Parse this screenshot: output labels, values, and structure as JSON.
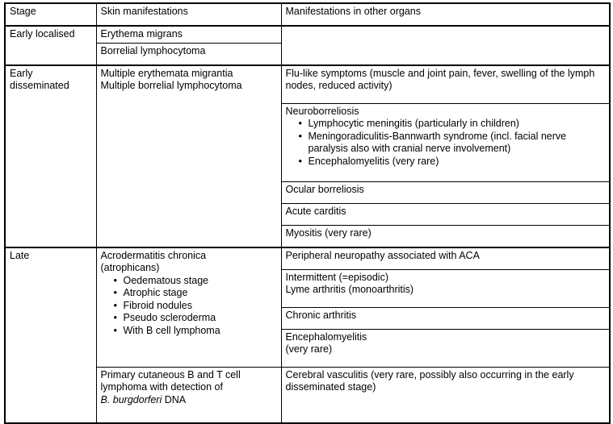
{
  "table": {
    "title_columns": {
      "stage": "Stage",
      "skin": "Skin manifestations",
      "other": "Manifestations in other organs"
    },
    "stages": [
      {
        "name": "Early localised",
        "skin": [
          "Erythema migrans",
          "Borrelial lymphocytoma"
        ],
        "other": [
          ""
        ]
      },
      {
        "name": "Early disseminated",
        "skin_lines": [
          "Multiple erythemata migrantia",
          "Multiple borrelial lymphocytoma"
        ],
        "other_rows": [
          {
            "lead": "Flu-like symptoms (muscle and joint pain, fever, swelling of the lymph nodes, reduced activity)",
            "bullets": []
          },
          {
            "lead": "Neuroborreliosis",
            "bullets": [
              "Lymphocytic meningitis (particularly in children)",
              "Meningoradiculitis-Bannwarth syndrome (incl. facial nerve paralysis also with cranial nerve involvement)",
              "Encephalomyelitis (very rare)"
            ]
          },
          {
            "lead": "Ocular borreliosis",
            "bullets": []
          },
          {
            "lead": "Acute carditis",
            "bullets": []
          },
          {
            "lead": "Myositis (very rare)",
            "bullets": []
          }
        ]
      },
      {
        "name": "Late",
        "skin_rows": [
          {
            "lead_lines": [
              "Acrodermatitis chronica",
              "(atrophicans)"
            ],
            "bullets": [
              "Oedematous stage",
              "Atrophic stage",
              "Fibroid nodules",
              "Pseudo scleroderma",
              "With B cell lymphoma"
            ]
          },
          {
            "lead_lines": [
              "Primary cutaneous B and T cell",
              "lymphoma with detection of"
            ],
            "italic_term": "B. burgdorferi",
            "italic_suffix": " DNA",
            "bullets": []
          }
        ],
        "other_rows": [
          {
            "lines": [
              "Peripheral neuropathy associated with ACA"
            ]
          },
          {
            "lines": [
              "Intermittent (=episodic)",
              "Lyme arthritis (monoarthritis)"
            ]
          },
          {
            "lines": [
              "Chronic arthritis"
            ]
          },
          {
            "lines": [
              "Encephalomyelitis",
              "(very rare)"
            ]
          },
          {
            "lines": [
              "Cerebral vasculitis (very rare, possibly also occurring in the early disseminated stage)"
            ]
          }
        ]
      }
    ]
  }
}
